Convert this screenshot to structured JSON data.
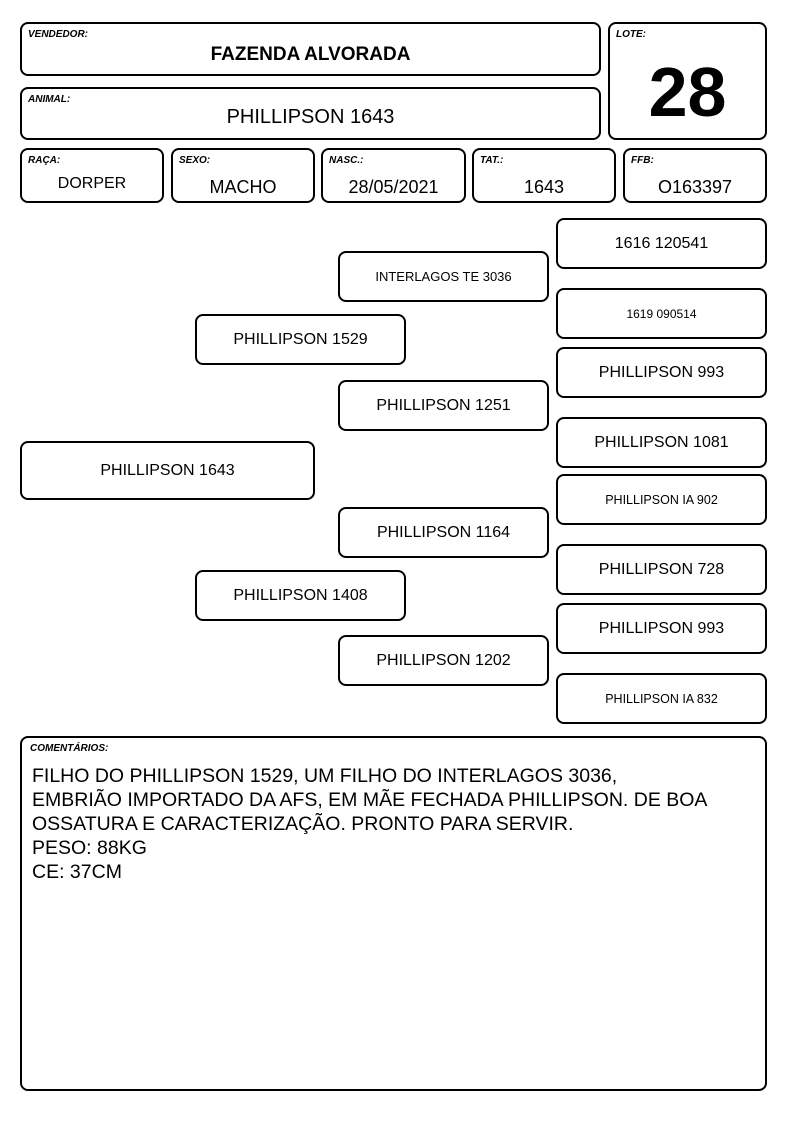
{
  "header": {
    "vendedor": {
      "label": "VENDEDOR:",
      "value": "FAZENDA ALVORADA"
    },
    "lote": {
      "label": "LOTE:",
      "value": "28"
    },
    "animal": {
      "label": "ANIMAL:",
      "value": "PHILLIPSON 1643"
    }
  },
  "info": {
    "raca": {
      "label": "RAÇA:",
      "value": "DORPER"
    },
    "sexo": {
      "label": "SEXO:",
      "value": "MACHO"
    },
    "nasc": {
      "label": "NASC.:",
      "value": "28/05/2021"
    },
    "tat": {
      "label": "TAT.:",
      "value": "1643"
    },
    "ffb": {
      "label": "FFB:",
      "value": "O163397"
    }
  },
  "pedigree": {
    "animal": "PHILLIPSON 1643",
    "sire": "PHILLIPSON 1529",
    "dam": "PHILLIPSON 1408",
    "sire_sire": "INTERLAGOS TE 3036",
    "sire_dam": "PHILLIPSON 1251",
    "dam_sire": "PHILLIPSON 1164",
    "dam_dam": "PHILLIPSON 1202",
    "sss": "1616 120541",
    "ssd": "1619 090514",
    "sds": "PHILLIPSON 993",
    "sdd": "PHILLIPSON 1081",
    "dss": "PHILLIPSON IA 902",
    "dsd": "PHILLIPSON 728",
    "dds": "PHILLIPSON 993",
    "ddd": "PHILLIPSON IA 832"
  },
  "comments": {
    "label": "COMENTÁRIOS:",
    "text": "FILHO DO PHILLIPSON 1529, UM FILHO DO INTERLAGOS 3036,\nEMBRIÃO IMPORTADO DA AFS, EM MÃE FECHADA PHILLIPSON. DE BOA\nOSSATURA E CARACTERIZAÇÃO. PRONTO PARA SERVIR.\nPESO: 88KG\nCE: 37CM"
  }
}
